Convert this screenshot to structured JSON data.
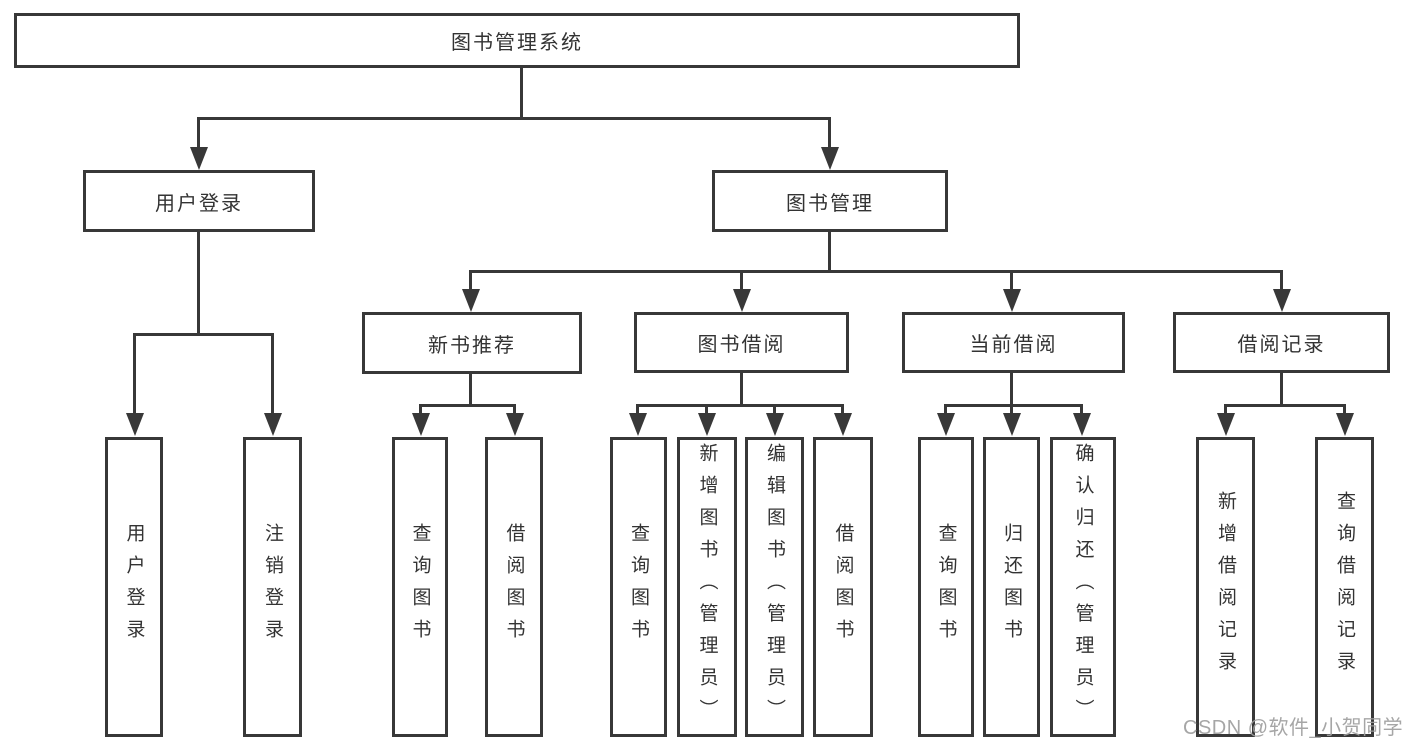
{
  "diagram": {
    "type": "hierarchy-tree",
    "root": "图书管理系统",
    "level2": [
      "用户登录",
      "图书管理"
    ],
    "level3": [
      "新书推荐",
      "图书借阅",
      "当前借阅",
      "借阅记录"
    ],
    "leaves": [
      "用户登录",
      "注销登录",
      "查询图书",
      "借阅图书",
      "查询图书",
      "新增图书（管理员）",
      "编辑图书（管理员）",
      "借阅图书",
      "查询图书",
      "归还图书",
      "确认归还（管理员）",
      "新增借阅记录",
      "查询借阅记录"
    ],
    "structure": {
      "图书管理系统": [
        "用户登录",
        "图书管理"
      ],
      "用户登录": [
        "用户登录",
        "注销登录"
      ],
      "图书管理": [
        "新书推荐",
        "图书借阅",
        "当前借阅",
        "借阅记录"
      ],
      "新书推荐": [
        "查询图书",
        "借阅图书"
      ],
      "图书借阅": [
        "查询图书",
        "新增图书（管理员）",
        "编辑图书（管理员）",
        "借阅图书"
      ],
      "当前借阅": [
        "查询图书",
        "归还图书",
        "确认归还（管理员）"
      ],
      "借阅记录": [
        "新增借阅记录",
        "查询借阅记录"
      ]
    },
    "colors": {
      "line": "#383838",
      "text": "#333333",
      "background": "#ffffff",
      "watermark": "#9e9e9e"
    }
  },
  "watermark": "CSDN @软件_小贺同学"
}
